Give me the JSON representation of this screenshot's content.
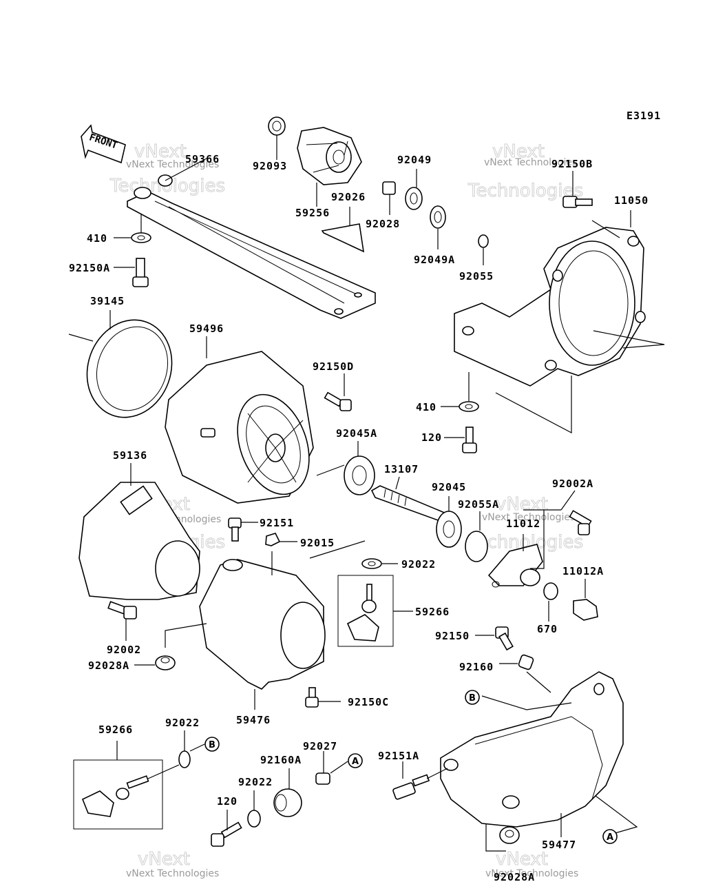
{
  "diagram_code": "E3191",
  "front_label": "FRONT",
  "watermark": {
    "line1": "vNext",
    "line2": "Technologies",
    "full": "vNext Technologies"
  },
  "callout_a": "A",
  "callout_b": "B",
  "parts": {
    "p59366": "59366",
    "p92093": "92093",
    "p59256": "59256",
    "p92026": "92026",
    "p92028": "92028",
    "p92049": "92049",
    "p92049A": "92049A",
    "p92055": "92055",
    "p92150B": "92150B",
    "p11050": "11050",
    "p410a": "410",
    "p92150A": "92150A",
    "p39145": "39145",
    "p59496": "59496",
    "p92150D": "92150D",
    "p410b": "410",
    "p120a": "120",
    "p92045A": "92045A",
    "p13107": "13107",
    "p92045": "92045",
    "p92055A": "92055A",
    "p92002A": "92002A",
    "p11012": "11012",
    "p59136": "59136",
    "p92151": "92151",
    "p92015": "92015",
    "p92022a": "92022",
    "p11012A": "11012A",
    "p59266a": "59266",
    "p92150": "92150",
    "p670": "670",
    "p92002": "92002",
    "p92028A": "92028A",
    "p92160": "92160",
    "p92150C": "92150C",
    "p59476": "59476",
    "p59266b": "59266",
    "p92022b": "92022",
    "p92027": "92027",
    "p92160A": "92160A",
    "p92151A": "92151A",
    "p92022c": "92022",
    "p120b": "120",
    "p59477": "59477",
    "p92028Ab": "92028A"
  }
}
